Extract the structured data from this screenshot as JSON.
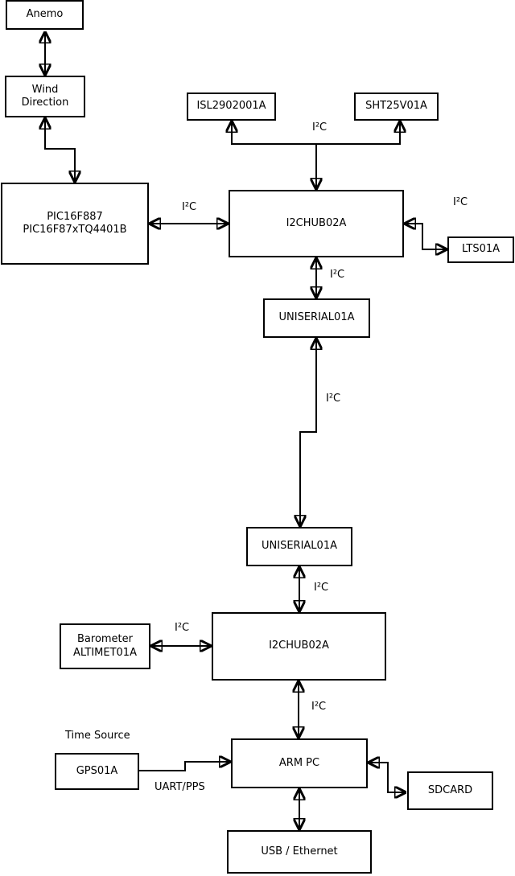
{
  "diagram": {
    "nodes": {
      "anemo": {
        "label": "Anemo"
      },
      "wind_direction": {
        "label": "Wind\nDirection"
      },
      "pic": {
        "label": "PIC16F887\nPIC16F87xTQ4401B"
      },
      "isl": {
        "label": "ISL2902001A"
      },
      "sht": {
        "label": "SHT25V01A"
      },
      "i2c_hub_1": {
        "label": "I2CHUB02A"
      },
      "lts": {
        "label": "LTS01A"
      },
      "uniserial_1": {
        "label": "UNISERIAL01A"
      },
      "uniserial_2": {
        "label": "UNISERIAL01A"
      },
      "barometer": {
        "label": "Barometer\nALTIMET01A"
      },
      "i2c_hub_2": {
        "label": "I2CHUB02A"
      },
      "gps": {
        "label": "GPS01A"
      },
      "arm_pc": {
        "label": "ARM PC"
      },
      "sdcard": {
        "label": "SDCARD"
      },
      "usb_ethernet": {
        "label": "USB / Ethernet"
      }
    },
    "labels": {
      "i2c": "I²C",
      "uart_pps": "UART/PPS",
      "time_source": "Time Source"
    },
    "colors": {
      "line": "#000000",
      "box_border": "#000000",
      "box_fill": "#ffffff",
      "background": "#ffffff",
      "text": "#000000"
    }
  }
}
